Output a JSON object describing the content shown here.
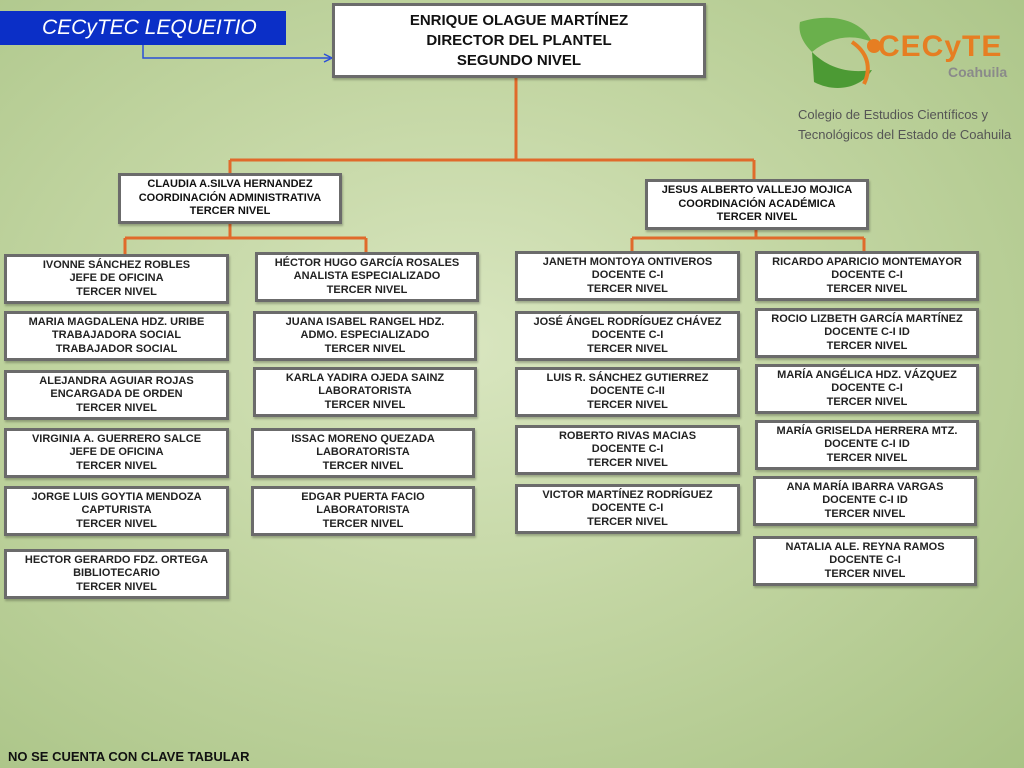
{
  "campus_label": "CECyTEC LEQUEITIO",
  "logo": {
    "wordmark": "CECyTE",
    "state": "Coahuila",
    "line1": "Colegio de Estudios Científicos y",
    "line2": "Tecnológicos del Estado de Coahuila",
    "color_primary": "#e67e22",
    "color_secondary": "#6ab04c"
  },
  "director": {
    "name": "ENRIQUE OLAGUE MARTÍNEZ",
    "role": "DIRECTOR DEL PLANTEL",
    "level": "SEGUNDO NIVEL"
  },
  "coordinators": [
    {
      "name": "CLAUDIA A.SILVA HERNANDEZ",
      "role": "COORDINACIÓN ADMINISTRATIVA",
      "level": "TERCER NIVEL"
    },
    {
      "name": "JESUS ALBERTO VALLEJO MOJICA",
      "role": "COORDINACIÓN ACADÉMICA",
      "level": "TERCER NIVEL"
    }
  ],
  "admin_left": [
    {
      "name": "IVONNE SÁNCHEZ ROBLES",
      "role": "JEFE DE OFICINA",
      "level": "TERCER NIVEL"
    },
    {
      "name": "MARIA MAGDALENA HDZ. URIBE",
      "role": "TRABAJADORA SOCIAL",
      "level": "TRABAJADOR SOCIAL"
    },
    {
      "name": "ALEJANDRA AGUIAR ROJAS",
      "role": "ENCARGADA DE ORDEN",
      "level": "TERCER NIVEL"
    },
    {
      "name": "VIRGINIA A. GUERRERO SALCE",
      "role": "JEFE DE OFICINA",
      "level": "TERCER NIVEL"
    },
    {
      "name": "JORGE LUIS GOYTIA MENDOZA",
      "role": "CAPTURISTA",
      "level": "TERCER NIVEL"
    },
    {
      "name": "HECTOR GERARDO FDZ. ORTEGA",
      "role": "BIBLIOTECARIO",
      "level": "TERCER NIVEL"
    }
  ],
  "admin_right": [
    {
      "name": "HÉCTOR HUGO GARCÍA ROSALES",
      "role": "ANALISTA  ESPECIALIZADO",
      "level": "TERCER NIVEL"
    },
    {
      "name": "JUANA ISABEL RANGEL HDZ.",
      "role": "ADMO. ESPECIALIZADO",
      "level": "TERCER NIVEL"
    },
    {
      "name": "KARLA YADIRA OJEDA SAINZ",
      "role": "LABORATORISTA",
      "level": "TERCER NIVEL"
    },
    {
      "name": "ISSAC MORENO QUEZADA",
      "role": "LABORATORISTA",
      "level": "TERCER NIVEL"
    },
    {
      "name": "EDGAR PUERTA FACIO",
      "role": "LABORATORISTA",
      "level": "TERCER NIVEL"
    }
  ],
  "academic_left": [
    {
      "name": "JANETH MONTOYA ONTIVEROS",
      "role": "DOCENTE C-I",
      "level": "TERCER NIVEL"
    },
    {
      "name": "JOSÉ ÁNGEL RODRÍGUEZ CHÁVEZ",
      "role": "DOCENTE C-I",
      "level": "TERCER NIVEL"
    },
    {
      "name": "LUIS R. SÁNCHEZ GUTIERREZ",
      "role": "DOCENTE C-II",
      "level": "TERCER NIVEL"
    },
    {
      "name": "ROBERTO RIVAS MACIAS",
      "role": "DOCENTE C-I",
      "level": "TERCER NIVEL"
    },
    {
      "name": "VICTOR MARTÍNEZ RODRÍGUEZ",
      "role": "DOCENTE C-I",
      "level": "TERCER NIVEL"
    }
  ],
  "academic_right": [
    {
      "name": "RICARDO APARICIO MONTEMAYOR",
      "role": "DOCENTE C-I",
      "level": "TERCER NIVEL"
    },
    {
      "name": "ROCIO LIZBETH GARCÍA MARTÍNEZ",
      "role": "DOCENTE C-I ID",
      "level": "TERCER NIVEL"
    },
    {
      "name": "MARÍA ANGÉLICA HDZ. VÁZQUEZ",
      "role": "DOCENTE C-I",
      "level": "TERCER NIVEL"
    },
    {
      "name": "MARÍA GRISELDA HERRERA MTZ.",
      "role": "DOCENTE C-I ID",
      "level": "TERCER NIVEL"
    },
    {
      "name": "ANA MARÍA IBARRA VARGAS",
      "role": "DOCENTE C-I ID",
      "level": "TERCER NIVEL"
    },
    {
      "name": "NATALIA ALE. REYNA RAMOS",
      "role": "DOCENTE C-I",
      "level": "TERCER NIVEL"
    }
  ],
  "footnote": "NO SE CUENTA CON CLAVE TABULAR",
  "colors": {
    "connector": "#e06a2b",
    "campus_bg": "#0b2fc7"
  }
}
